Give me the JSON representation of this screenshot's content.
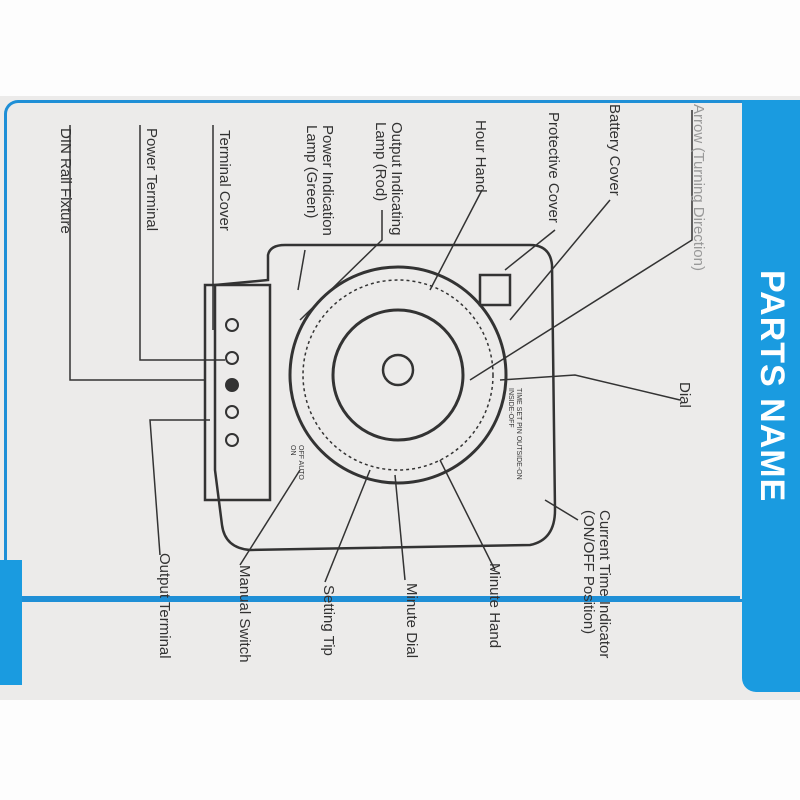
{
  "section_title": "PARTS NAME",
  "top_labels": {
    "arrow": "Arrow (Turning Direction)",
    "battery_cover": "Battery Cover",
    "protective_cover": "Protective Cover",
    "hour_hand": "Hour Hand",
    "output_lamp": "Output Indicating\nLamp (Rod)",
    "power_lamp": "Power Indication\nLamp (Green)",
    "terminal_cover": "Terminal Cover",
    "power_terminal": "Power Terminal",
    "din_rail": "DIN Rail Fixture"
  },
  "side_labels": {
    "dial": "Dial"
  },
  "bottom_labels": {
    "current_time": "Current Time Indicator\n(ON/OFF Position)",
    "minute_hand": "Minute Hand",
    "minute_dial": "Minute Dial",
    "setting_tip": "Setting Tip",
    "manual_switch": "Manual Switch",
    "output_terminal": "Output Terminal"
  },
  "device_text": {
    "pin_note": "TIME SET PIN OUTSIDE-ON INSIDE-OFF",
    "switch": "OFF AUTO ON"
  },
  "colors": {
    "accent": "#1a9be0",
    "ink": "#333333"
  }
}
